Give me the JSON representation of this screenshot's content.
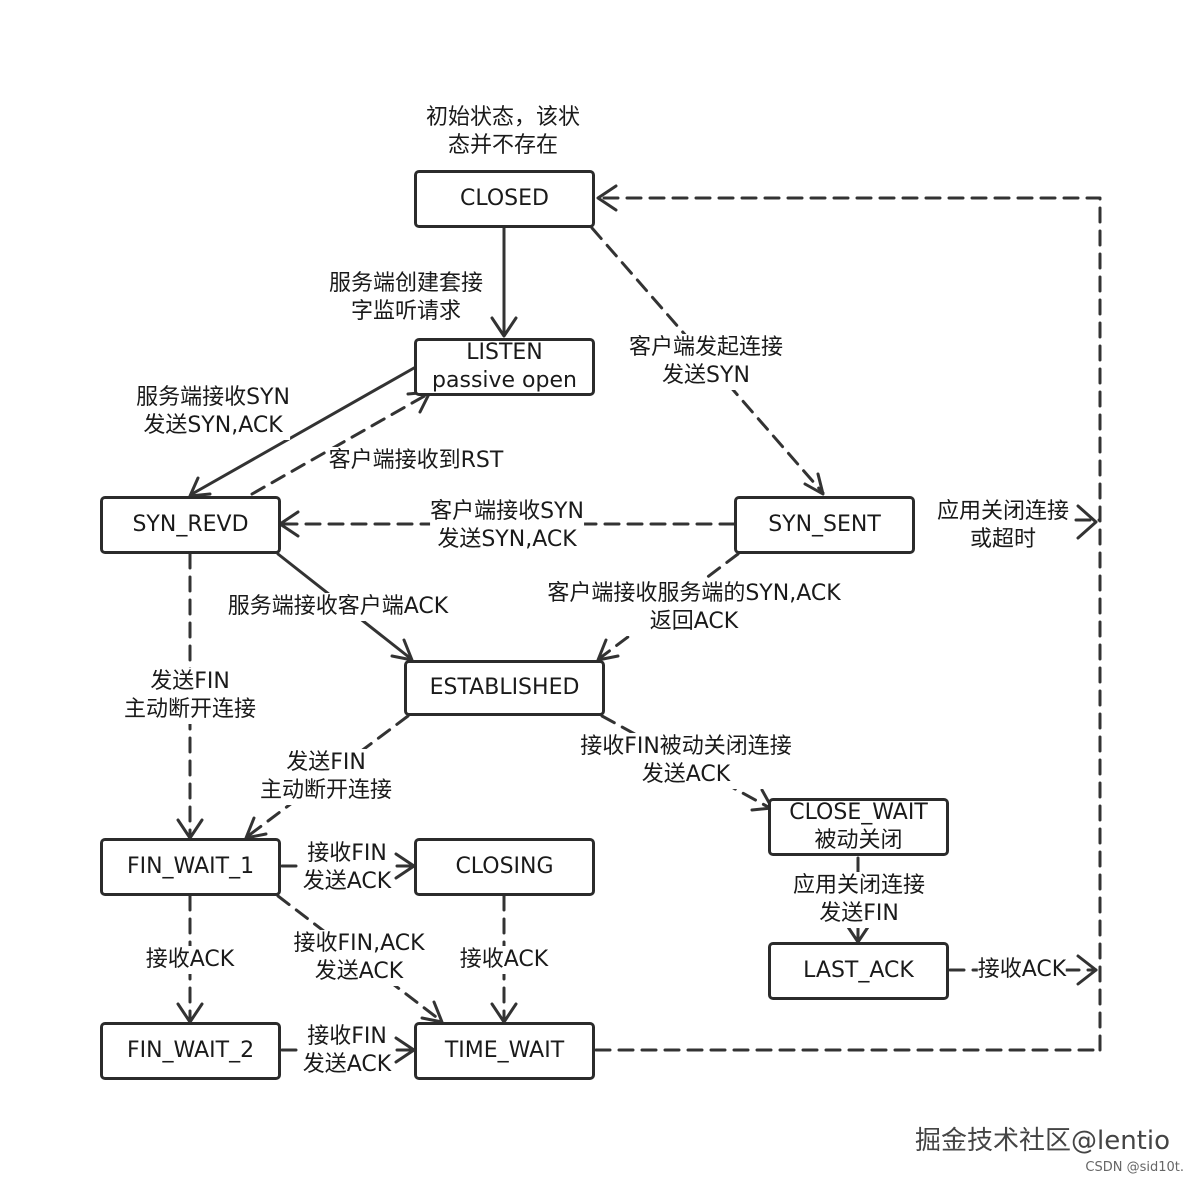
{
  "initial_note": {
    "line1": "初始状态，该状",
    "line2": "态并不存在"
  },
  "states": {
    "closed": "CLOSED",
    "listen": {
      "line1": "LISTEN",
      "line2": "passive open"
    },
    "syn_revd": "SYN_REVD",
    "syn_sent": "SYN_SENT",
    "established": "ESTABLISHED",
    "close_wait": {
      "line1": "CLOSE_WAIT",
      "line2": "被动关闭"
    },
    "fin_wait_1": "FIN_WAIT_1",
    "closing": "CLOSING",
    "last_ack": "LAST_ACK",
    "fin_wait_2": "FIN_WAIT_2",
    "time_wait": "TIME_WAIT"
  },
  "transitions": {
    "closed_to_listen": {
      "line1": "服务端创建套接",
      "line2": "字监听请求"
    },
    "closed_to_syn_sent": {
      "line1": "客户端发起连接",
      "line2": "发送SYN"
    },
    "listen_to_syn_revd": {
      "line1": "服务端接收SYN",
      "line2": "发送SYN,ACK"
    },
    "syn_revd_to_listen": {
      "line1": "客户端接收到RST"
    },
    "syn_sent_to_syn_revd": {
      "line1": "客户端接收SYN",
      "line2": "发送SYN,ACK"
    },
    "syn_sent_to_closed": {
      "line1": "应用关闭连接",
      "line2": "或超时"
    },
    "syn_revd_to_established": {
      "line1": "服务端接收客户端ACK"
    },
    "syn_sent_to_established": {
      "line1": "客户端接收服务端的SYN,ACK",
      "line2": "返回ACK"
    },
    "syn_revd_to_fin_wait_1": {
      "line1": "发送FIN",
      "line2": "主动断开连接"
    },
    "established_to_fin_wait_1": {
      "line1": "发送FIN",
      "line2": "主动断开连接"
    },
    "established_to_close_wait": {
      "line1": "接收FIN被动关闭连接",
      "line2": "发送ACK"
    },
    "fin_wait_1_to_closing": {
      "line1": "接收FIN",
      "line2": "发送ACK"
    },
    "close_wait_to_last_ack": {
      "line1": "应用关闭连接",
      "line2": "发送FIN"
    },
    "fin_wait_1_to_fin_wait_2": {
      "line1": "接收ACK"
    },
    "fin_wait_1_to_time_wait": {
      "line1": "接收FIN,ACK",
      "line2": "发送ACK"
    },
    "closing_to_time_wait": {
      "line1": "接收ACK"
    },
    "last_ack_to_closed": {
      "line1": "接收ACK"
    },
    "fin_wait_2_to_time_wait": {
      "line1": "接收FIN",
      "line2": "发送ACK"
    }
  },
  "watermark": {
    "main": "掘金技术社区@lentio",
    "sub": "CSDN @sid10t."
  }
}
